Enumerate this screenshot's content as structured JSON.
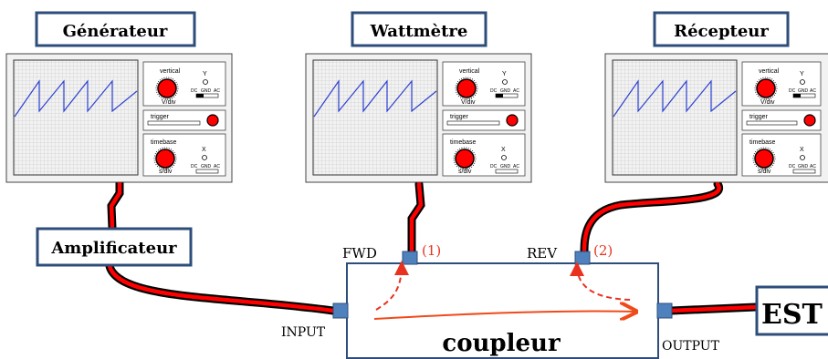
{
  "instruments": [
    {
      "title": "Générateur",
      "panel": {
        "vertical": "vertical",
        "vdiv": "V/div",
        "y": "Y",
        "dc": "DC",
        "gnd": "GND",
        "ac": "AC",
        "trigger": "trigger",
        "timebase": "timebase",
        "sdiv": "s/div",
        "x": "X"
      }
    },
    {
      "title": "Wattmètre",
      "panel": {
        "vertical": "vertical",
        "vdiv": "V/div",
        "y": "Y",
        "dc": "DC",
        "gnd": "GND",
        "ac": "AC",
        "trigger": "trigger",
        "timebase": "timebase",
        "sdiv": "s/div",
        "x": "X"
      }
    },
    {
      "title": "Récepteur",
      "panel": {
        "vertical": "vertical",
        "vdiv": "V/div",
        "y": "Y",
        "dc": "DC",
        "gnd": "GND",
        "ac": "AC",
        "trigger": "trigger",
        "timebase": "timebase",
        "sdiv": "s/div",
        "x": "X"
      }
    }
  ],
  "amplifier": "Amplificateur",
  "coupler": {
    "name": "coupleur",
    "fwd": "FWD",
    "rev": "REV",
    "input": "INPUT",
    "output": "OUTPUT",
    "port1": "(1)",
    "port2": "(2)"
  },
  "est": "EST",
  "colors": {
    "box_border": "#2e4d7b",
    "cable_red": "#ff0000",
    "cable_black": "#000000",
    "wave": "#2b3fd0",
    "knob": "#ff0000",
    "port": "#4f81bd",
    "annot": "#e8321f",
    "arrow": "#f04a1a"
  }
}
